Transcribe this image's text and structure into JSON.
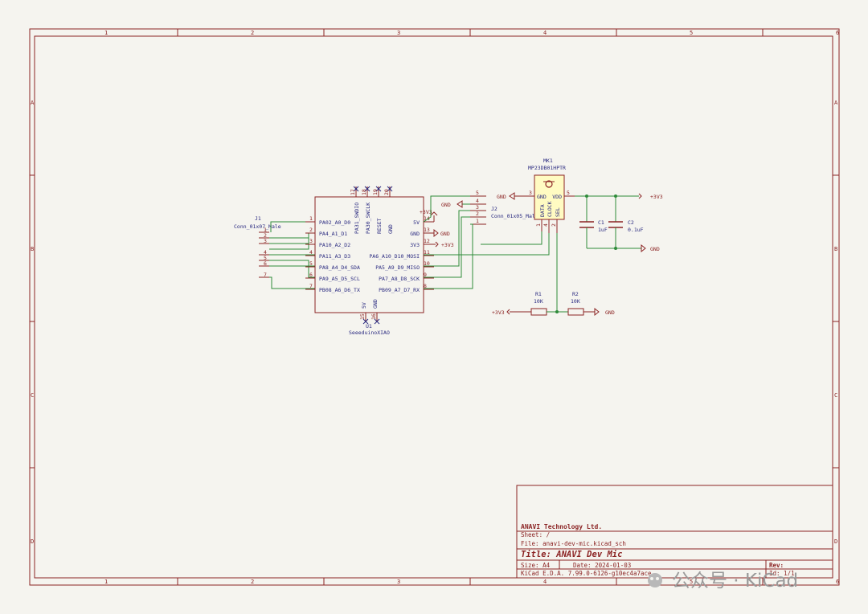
{
  "border": {
    "cols": [
      "1",
      "2",
      "3",
      "4",
      "5",
      "6"
    ],
    "rows": [
      "A",
      "B",
      "C",
      "D"
    ]
  },
  "title_block": {
    "company": "ANAVI Technology Ltd.",
    "sheet": "Sheet: /",
    "file": "File: anavi-dev-mic.kicad_sch",
    "title": "Title: ANAVI Dev Mic",
    "size": "Size: A4",
    "date": "Date: 2024-01-03",
    "rev": "Rev:",
    "tool": "KiCad E.D.A. 7.99.0-6126-g10ec4a7ace",
    "id": "Id: 1/1"
  },
  "watermark": "公众号 · KiCad",
  "u1": {
    "ref": "U1",
    "value": "SeeeduinoXIAO",
    "left_pins": [
      {
        "num": "1",
        "name": "PA02_A0_D0"
      },
      {
        "num": "2",
        "name": "PA4_A1_D1"
      },
      {
        "num": "3",
        "name": "PA10_A2_D2"
      },
      {
        "num": "4",
        "name": "PA11_A3_D3"
      },
      {
        "num": "5",
        "name": "PA8_A4_D4_SDA"
      },
      {
        "num": "6",
        "name": "PA9_A5_D5_SCL"
      },
      {
        "num": "7",
        "name": "PB08_A6_D6_TX"
      }
    ],
    "right_pins": [
      {
        "num": "14",
        "name": "5V"
      },
      {
        "num": "13",
        "name": "GND"
      },
      {
        "num": "12",
        "name": "3V3"
      },
      {
        "num": "11",
        "name": "PA6_A10_D10_MOSI"
      },
      {
        "num": "10",
        "name": "PA5_A9_D9_MISO"
      },
      {
        "num": "9",
        "name": "PA7_A8_D8_SCK"
      },
      {
        "num": "8",
        "name": "PB09_A7_D7_RX"
      }
    ],
    "top_pins": [
      {
        "num": "17",
        "name": "PA31_SWDIO"
      },
      {
        "num": "18",
        "name": "PA30_SWCLK"
      },
      {
        "num": "19",
        "name": "RESET"
      },
      {
        "num": "20",
        "name": "GND"
      }
    ],
    "bottom_pins": [
      {
        "num": "15",
        "name": "5V"
      },
      {
        "num": "16",
        "name": "GND"
      }
    ]
  },
  "j1": {
    "ref": "J1",
    "value": "Conn_01x07_Male",
    "pins": [
      "1",
      "2",
      "3",
      "4",
      "5",
      "6",
      "7"
    ]
  },
  "j2": {
    "ref": "J2",
    "value": "Conn_01x05_Male",
    "pins": [
      "5",
      "4",
      "3",
      "2",
      "1"
    ]
  },
  "mk1": {
    "ref": "MK1",
    "value": "MP23DB01HPTR",
    "pins": [
      {
        "num": "3",
        "name": "GND"
      },
      {
        "num": "5",
        "name": "VDD"
      },
      {
        "num": "1",
        "name": "DATA"
      },
      {
        "num": "4",
        "name": "CLOCK"
      },
      {
        "num": "2",
        "name": "SEL"
      }
    ]
  },
  "c1": {
    "ref": "C1",
    "value": "1uF"
  },
  "c2": {
    "ref": "C2",
    "value": "0.1uF"
  },
  "r1": {
    "ref": "R1",
    "value": "10K"
  },
  "r2": {
    "ref": "R2",
    "value": "10K"
  },
  "power": {
    "p3v3_a": "+3V3",
    "p3v3_b": "+3V3",
    "p3v3_c": "+3V3",
    "p3v3_d": "+3V3",
    "gnd_a": "GND",
    "gnd_b": "GND",
    "gnd_c": "GND",
    "gnd_d": "GND",
    "gnd_e": "GND"
  }
}
